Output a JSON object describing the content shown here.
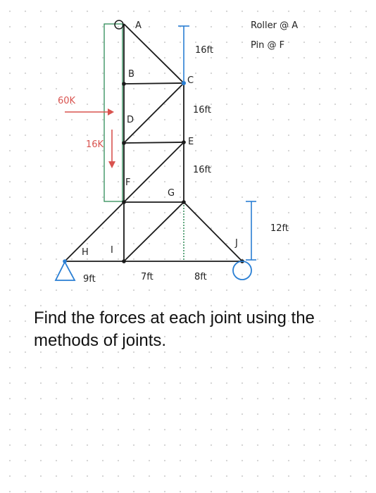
{
  "notes": {
    "roller": "Roller @ A",
    "pin": "Pin @ F"
  },
  "joints": [
    "A",
    "B",
    "C",
    "D",
    "E",
    "F",
    "G",
    "H",
    "I",
    "J"
  ],
  "dimensions": {
    "vertical": [
      "16ft",
      "16ft",
      "16ft"
    ],
    "right_height": "12ft",
    "bottom": [
      "9ft",
      "7ft",
      "8ft"
    ]
  },
  "loads": {
    "horizontal": "60K",
    "vertical": "16K"
  },
  "question": "Find the forces at each joint using the methods of joints.",
  "colors": {
    "members": "#1a1a1a",
    "dimension": "#2a7fd4",
    "load": "#d9534f",
    "box": "#2e8b57",
    "dashed": "#2e8b57"
  }
}
